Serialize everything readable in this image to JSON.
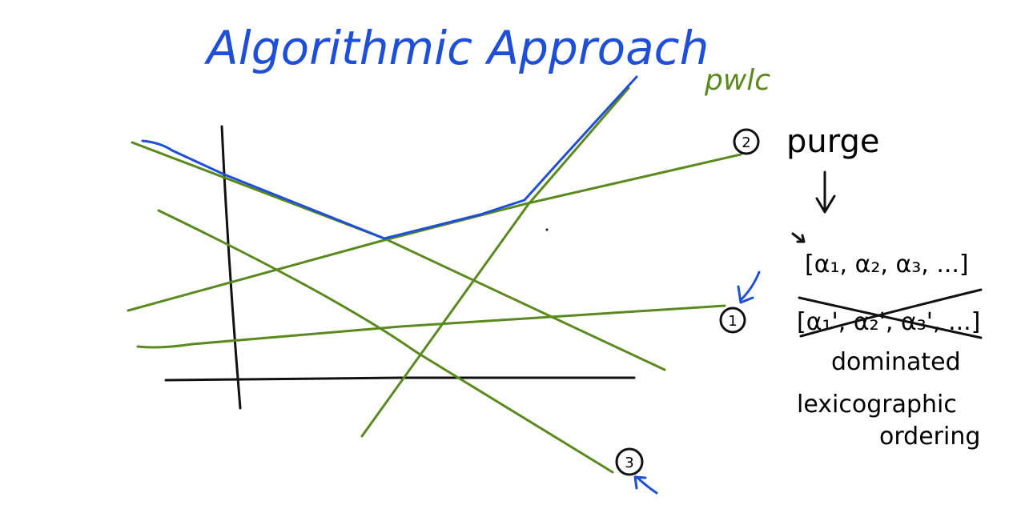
{
  "title": "Algorithmic Approach",
  "label_pwlc": "pwlc",
  "steps": {
    "step2_number": "2",
    "step2_label": "purge",
    "step1_number": "1",
    "step3_number": "3"
  },
  "notes": {
    "vector_list": "[α₁, α₂, α₃, ...]",
    "crossed_list": "[α₁', α₂', α₃', ...]",
    "dominated": "dominated",
    "lexicographic": "lexicographic",
    "ordering": "ordering"
  },
  "colors": {
    "title": "#1f4fd6",
    "lines": "#5a8a1e",
    "envelope": "#1f4fd6",
    "ink": "#111111"
  }
}
